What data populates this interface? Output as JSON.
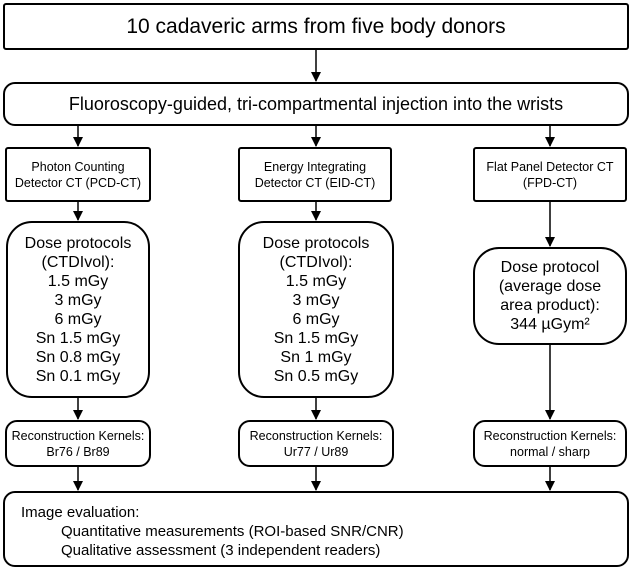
{
  "top_box": "10 cadaveric arms from five body donors",
  "injection_box": "Fluoroscopy-guided, tri-compartmental injection into the wrists",
  "columns": [
    {
      "scanner": [
        "Photon Counting",
        "Detector CT (PCD-CT)"
      ],
      "dose_lines": [
        "Dose protocols",
        "(CTDIvol):",
        "1.5 mGy",
        "3 mGy",
        "6 mGy",
        "Sn 1.5 mGy",
        "Sn 0.8 mGy",
        "Sn 0.1 mGy"
      ],
      "kernels": [
        "Reconstruction Kernels:",
        "Br76 / Br89"
      ]
    },
    {
      "scanner": [
        "Energy Integrating",
        "Detector CT (EID-CT)"
      ],
      "dose_lines": [
        "Dose protocols",
        "(CTDIvol):",
        "1.5 mGy",
        "3 mGy",
        "6 mGy",
        "Sn 1.5 mGy",
        "Sn 1 mGy",
        "Sn 0.5 mGy"
      ],
      "kernels": [
        "Reconstruction Kernels:",
        "Ur77 / Ur89"
      ]
    },
    {
      "scanner": [
        "Flat Panel Detector CT",
        "(FPD-CT)"
      ],
      "dose_lines": [
        "Dose protocol",
        "(average dose",
        "area product):",
        "344 µGym²"
      ],
      "kernels": [
        "Reconstruction Kernels:",
        "normal / sharp"
      ]
    }
  ],
  "evaluation": {
    "title": "Image evaluation:",
    "items": [
      "Quantitative measurements (ROI-based SNR/CNR)",
      "Qualitative assessment (3 independent readers)"
    ]
  }
}
